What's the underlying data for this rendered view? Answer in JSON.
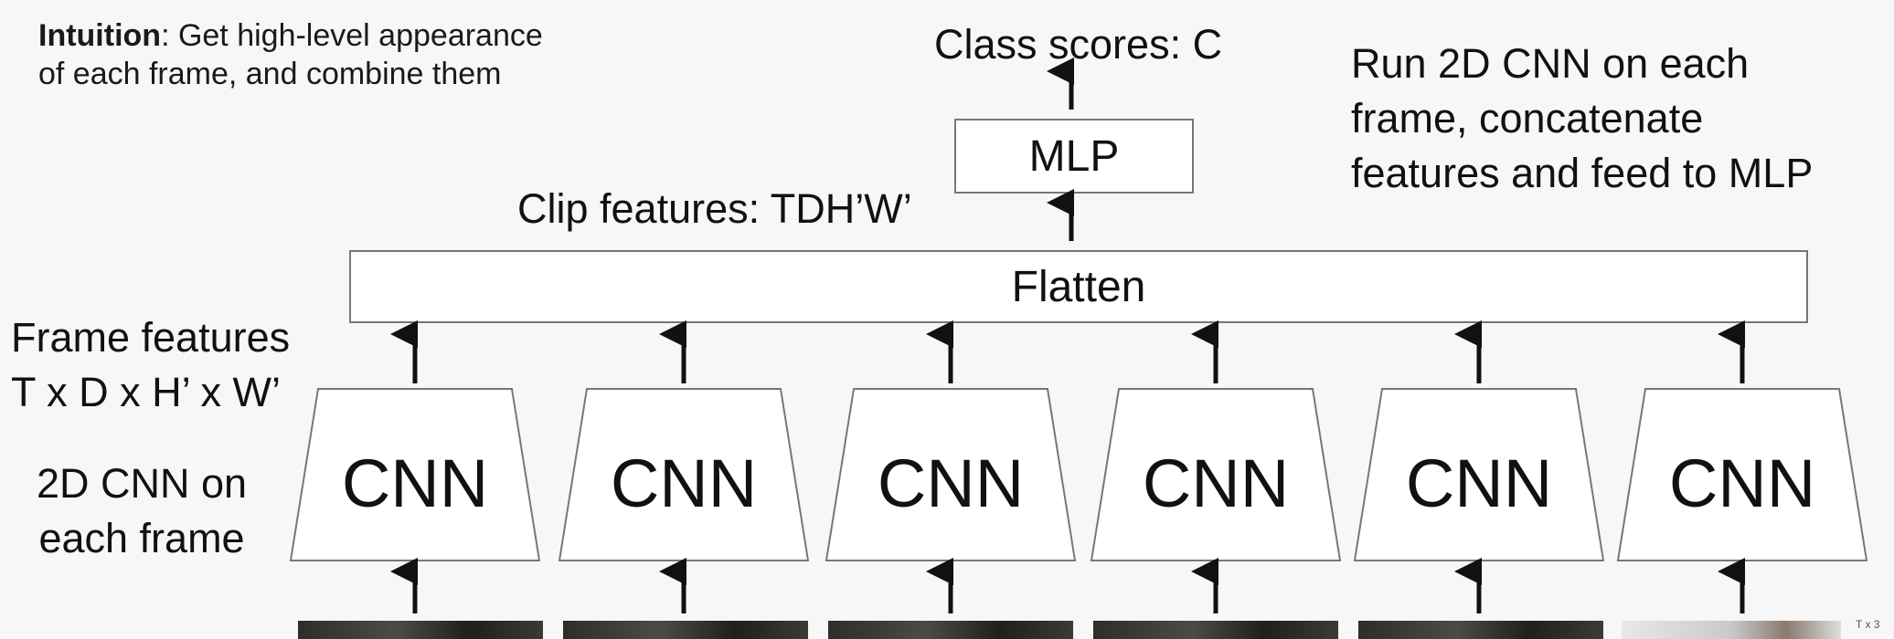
{
  "intuition": {
    "label": "Intuition",
    "line1": ": Get high-level appearance",
    "line2": "of each frame, and combine them"
  },
  "class_scores": "Class scores: C",
  "mlp": "MLP",
  "clip_features": "Clip features: TDH’W’",
  "flatten": "Flatten",
  "run_note": {
    "line1": "Run 2D CNN on each",
    "line2": "frame, concatenate",
    "line3": "features and feed to MLP"
  },
  "frame_features": {
    "line1": "Frame features",
    "line2": "T x D x H’ x W’"
  },
  "cnn_note": {
    "line1": "2D CNN on",
    "line2": "each frame"
  },
  "cnn_blocks": [
    "CNN",
    "CNN",
    "CNN",
    "CNN",
    "CNN",
    "CNN"
  ],
  "thumb_tag": "T x 3",
  "colors": {
    "box_border": "#777777",
    "arrow": "#111111",
    "background": "#f7f7f7"
  }
}
